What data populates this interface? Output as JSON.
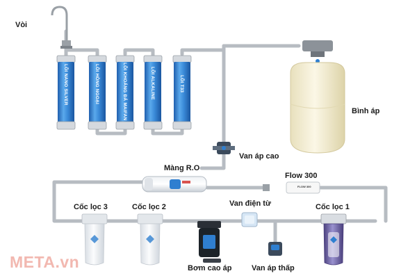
{
  "labels": {
    "faucet": "Vòi",
    "tank": "Bình áp",
    "high_pressure_valve": "Van áp cao",
    "ro_membrane": "Màng R.O",
    "flow": "Flow 300",
    "solenoid_valve": "Van điện từ",
    "cup1": "Cốc lọc 1",
    "cup2": "Cốc lọc 2",
    "cup3": "Cốc lọc 3",
    "pump": "Bơm cao áp",
    "low_pressure_valve": "Van áp thấp"
  },
  "filters": [
    {
      "name": "LÕI NANO SILVER"
    },
    {
      "name": "LÕI HỒNG NGOẠI"
    },
    {
      "name": "LÕI KHOÁNG ĐÁ MAIFAN"
    },
    {
      "name": "LÕI ALKALINE"
    },
    {
      "name": "LÕI T33"
    }
  ],
  "flow_tag": "FLOW 300",
  "watermark": "META.vn",
  "colors": {
    "pipe": "#b7bcc2",
    "filter_blue": "#2f7fd0",
    "tank": "#f4eed2",
    "cup_white": "#eef1f4",
    "cup1_purple": "#6a5da8",
    "watermark": "#f2b8b0"
  }
}
